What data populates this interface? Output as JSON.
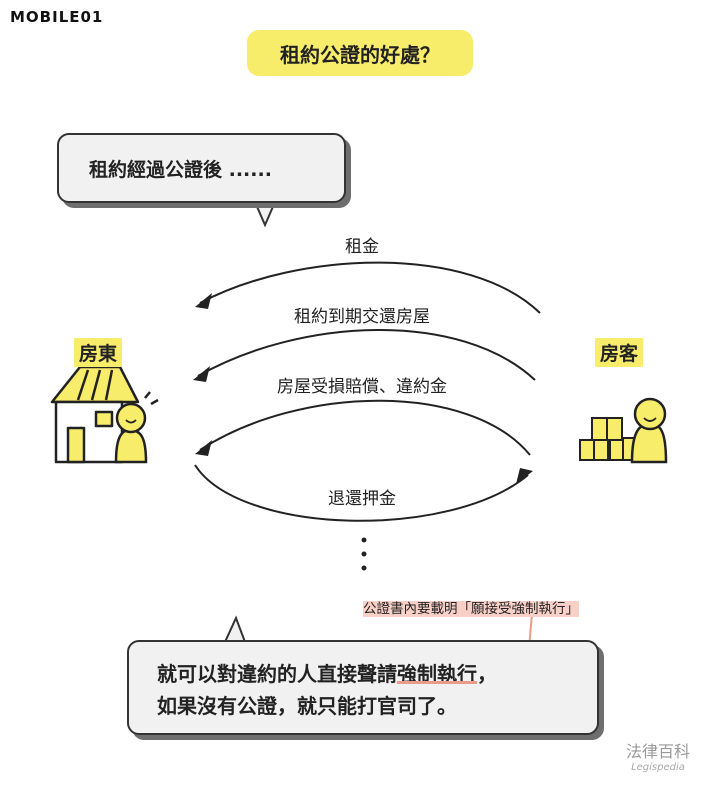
{
  "logo": {
    "text": "MOBILE01"
  },
  "title": "租約公證的好處？",
  "bubble_top": {
    "text": "租約經過公證後 ......"
  },
  "parties": {
    "landlord": "房東",
    "tenant": "房客"
  },
  "flows": [
    {
      "label": "租金",
      "direction": "to-landlord"
    },
    {
      "label": "租約到期交還房屋",
      "direction": "to-landlord"
    },
    {
      "label": "房屋受損賠償、違約金",
      "direction": "to-landlord"
    },
    {
      "label": "退還押金",
      "direction": "to-tenant"
    }
  ],
  "note": "公證書內要載明「願接受強制執行」",
  "bubble_bottom": {
    "line1_pre": "就可以對違約的人直接聲請",
    "line1_em": "強制執行",
    "line1_post": "，",
    "line2": "如果沒有公證，就只能打官司了。"
  },
  "brand": {
    "zh": "法律百科",
    "en": "Legispedia"
  },
  "colors": {
    "accent_yellow": "#f8ec6b",
    "note_pink": "#f9d0c8",
    "pointer_pink": "#e99b8c"
  }
}
